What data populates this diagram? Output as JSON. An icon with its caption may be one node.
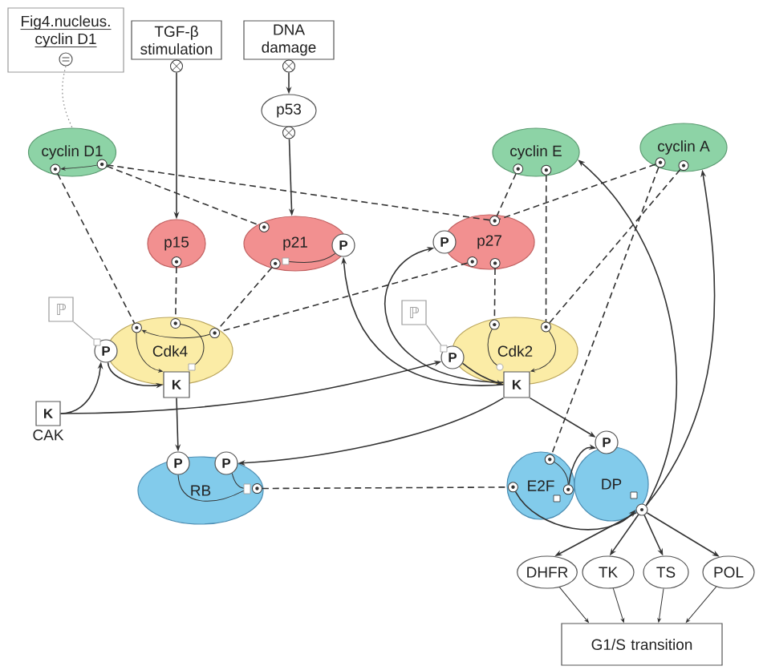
{
  "diagram": {
    "nodes": [
      {
        "text": [
          "Fig4.nucleus. cyclin D1"
        ]
      },
      {
        "text": [],
        "shape": "circle",
        "in": 0
      },
      {
        "text": [
          "TGF-β stimulation"
        ]
      },
      {
        "text": [
          "DNA damage"
        ]
      },
      {
        "text": [
          "p53"
        ]
      },
      {
        "text": [
          "cyclin D1"
        ]
      },
      {
        "text": [
          "cyclin E"
        ]
      },
      {
        "text": [
          "cyclin A"
        ]
      },
      {
        "text": [
          "p15"
        ]
      },
      {
        "text": [
          "p21"
        ]
      },
      {
        "text": [
          "P"
        ]
      },
      {
        "text": [
          "P"
        ]
      },
      {
        "text": [
          "p27"
        ]
      },
      {
        "text": [
          "ℙ"
        ]
      },
      {
        "text": [
          "P"
        ]
      },
      {
        "text": [
          "Cdk4"
        ]
      },
      {
        "text": [
          "ℙ"
        ]
      },
      {
        "text": [
          "P"
        ]
      },
      {
        "text": [
          "Cdk2"
        ]
      },
      {
        "text": [
          "K"
        ]
      },
      {
        "text": [
          "K"
        ]
      },
      {
        "text": [
          "K"
        ],
        "beside": [
          "CAK"
        ]
      },
      {
        "text": [
          "P"
        ]
      },
      {
        "text": [
          "P"
        ]
      },
      {
        "text": [
          "P"
        ]
      },
      {
        "text": [
          "RB"
        ]
      },
      {
        "text": [
          "E2F"
        ]
      },
      {
        "text": [
          "DP"
        ]
      },
      {
        "text": [],
        "shape": "circle"
      },
      {
        "text": [
          "DHFR"
        ]
      },
      {
        "text": [
          "TK"
        ]
      },
      {
        "text": [
          "TS"
        ]
      },
      {
        "text": [
          "POL"
        ]
      },
      {
        "text": [
          "G1/S transition"
        ]
      },
      {
        "text": [],
        "shape": "circle",
        "in": 5
      },
      {
        "text": [],
        "shape": "circle",
        "in": 5
      },
      {
        "text": [],
        "shape": "circle",
        "in": 6
      },
      {
        "text": [],
        "shape": "circle",
        "in": 6
      },
      {
        "text": [],
        "shape": "circle",
        "in": 7
      },
      {
        "text": [],
        "shape": "circle",
        "in": 7
      },
      {
        "text": [],
        "shape": "circle",
        "in": 9
      },
      {
        "text": [],
        "shape": "circle",
        "in": 8
      },
      {
        "text": [],
        "shape": "circle",
        "in": 12
      },
      {
        "text": [],
        "shape": "circle",
        "in": 9
      },
      {
        "text": [],
        "shape": "circle",
        "in": 12
      },
      {
        "text": [],
        "shape": "circle",
        "in": 12
      },
      {
        "text": [],
        "shape": "circle",
        "in": 15
      },
      {
        "text": [],
        "shape": "circle",
        "in": 15
      },
      {
        "text": [],
        "shape": "circle",
        "in": 15
      },
      {
        "text": [],
        "shape": "circle",
        "in": 18
      },
      {
        "text": [],
        "shape": "circle",
        "in": 18
      },
      {
        "text": [],
        "shape": "circle",
        "in": 25
      },
      {
        "text": [],
        "shape": "circle",
        "in": 26
      },
      {
        "text": [],
        "shape": "circle",
        "in": 26
      },
      {
        "text": [],
        "shape": "circle",
        "in": 26
      },
      {
        "text": [],
        "shape": "box",
        "in": 9
      },
      {
        "text": [],
        "shape": "box"
      },
      {
        "text": [],
        "shape": "box"
      },
      {
        "text": [],
        "shape": "box",
        "in": 15
      },
      {
        "text": [],
        "shape": "circle",
        "in": 18
      },
      {
        "text": [],
        "shape": "box",
        "in": 25
      }
    ],
    "edges": [
      {
        "from": 1,
        "to": 5,
        "arrow": "none",
        "style": "dashed",
        "color": "#888888"
      },
      {
        "from": 2,
        "to": 8,
        "arrow": "to"
      },
      {
        "from": 3,
        "to": 4,
        "arrow": "to"
      },
      {
        "from": 4,
        "to": 9,
        "arrow": "to"
      },
      {
        "from": 35,
        "to": 34,
        "arrow": "to"
      },
      {
        "from": 34,
        "to": 46,
        "arrow": "none",
        "style": "dashed"
      },
      {
        "from": 35,
        "to": 40,
        "arrow": "none",
        "style": "dashed"
      },
      {
        "from": 35,
        "to": 42,
        "arrow": "none",
        "style": "dashed"
      },
      {
        "from": 36,
        "to": 42,
        "arrow": "none",
        "style": "dashed"
      },
      {
        "from": 37,
        "to": 50,
        "arrow": "none",
        "style": "dashed"
      },
      {
        "from": 38,
        "to": 42,
        "arrow": "none",
        "style": "dashed"
      },
      {
        "from": 38,
        "to": 52,
        "arrow": "none",
        "style": "dashed"
      },
      {
        "from": 39,
        "to": 50,
        "arrow": "none",
        "style": "dashed"
      },
      {
        "from": 41,
        "to": 47,
        "arrow": "none",
        "style": "dashed"
      },
      {
        "from": 43,
        "to": 48,
        "arrow": "none",
        "style": "dashed"
      },
      {
        "from": 44,
        "to": 48,
        "arrow": "none",
        "style": "dashed"
      },
      {
        "from": 45,
        "to": 49,
        "arrow": "none",
        "style": "dashed"
      },
      {
        "from": 10,
        "to": 55,
        "arrow": "none"
      },
      {
        "from": 13,
        "to": 56,
        "arrow": "none",
        "color": "#999999"
      },
      {
        "from": 16,
        "to": 57,
        "arrow": "none",
        "color": "#999999"
      },
      {
        "from": 48,
        "to": 46,
        "arrow": "to"
      },
      {
        "from": 46,
        "to": 19,
        "arrow": "to"
      },
      {
        "from": 47,
        "to": 58,
        "arrow": "none"
      },
      {
        "from": 14,
        "to": 19,
        "arrow": "to"
      },
      {
        "from": 49,
        "to": 59,
        "arrow": "none"
      },
      {
        "from": 50,
        "to": 20,
        "arrow": "to"
      },
      {
        "from": 17,
        "to": 20,
        "arrow": "to"
      },
      {
        "from": 21,
        "to": 14,
        "arrow": "to"
      },
      {
        "from": 21,
        "to": 17,
        "arrow": "to"
      },
      {
        "from": 19,
        "to": 22,
        "arrow": "to"
      },
      {
        "from": 20,
        "to": 10,
        "arrow": "to"
      },
      {
        "from": 20,
        "to": 11,
        "arrow": "to"
      },
      {
        "from": 20,
        "to": 23,
        "arrow": "to"
      },
      {
        "from": 20,
        "to": 24,
        "arrow": "to"
      },
      {
        "from": 22,
        "to": 60,
        "arrow": "none"
      },
      {
        "from": 23,
        "to": 60,
        "arrow": "none"
      },
      {
        "from": 51,
        "to": 53,
        "arrow": "none",
        "style": "dashed"
      },
      {
        "from": 52,
        "to": 54,
        "arrow": "none"
      },
      {
        "from": 54,
        "to": 24,
        "arrow": "to"
      },
      {
        "from": 53,
        "to": 28,
        "arrow": "to"
      },
      {
        "from": 28,
        "to": 6,
        "arrow": "to"
      },
      {
        "from": 28,
        "to": 7,
        "arrow": "to"
      },
      {
        "from": 28,
        "to": 29,
        "arrow": "to"
      },
      {
        "from": 28,
        "to": 30,
        "arrow": "to"
      },
      {
        "from": 28,
        "to": 31,
        "arrow": "to"
      },
      {
        "from": 28,
        "to": 32,
        "arrow": "to"
      },
      {
        "from": 29,
        "to": 33,
        "arrow": "to"
      },
      {
        "from": 30,
        "to": 33,
        "arrow": "to"
      },
      {
        "from": 31,
        "to": 33,
        "arrow": "to"
      },
      {
        "from": 32,
        "to": 33,
        "arrow": "to"
      }
    ]
  }
}
